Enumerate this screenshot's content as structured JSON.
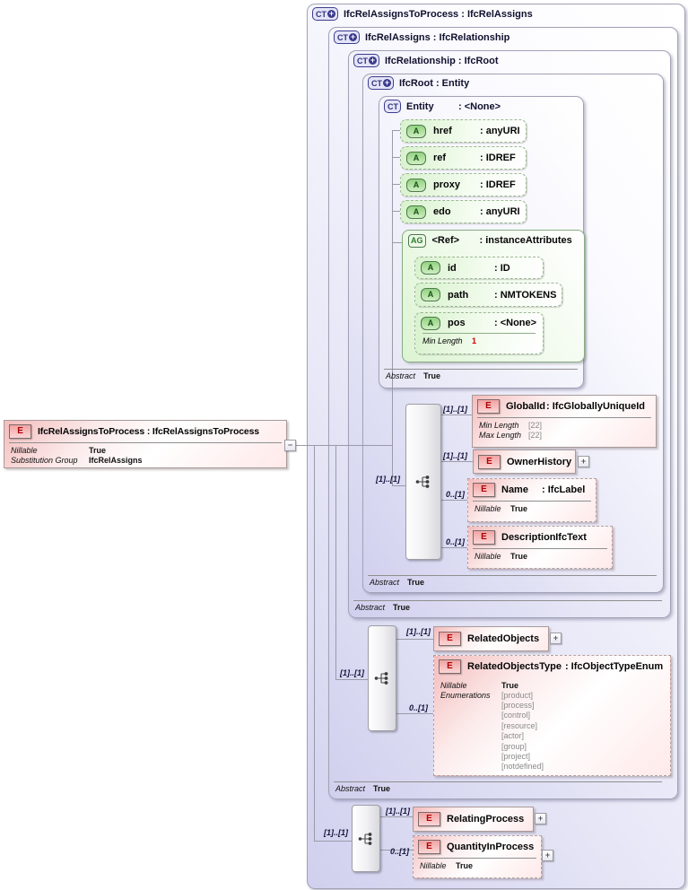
{
  "badges": {
    "ct": "CT",
    "plus": "+",
    "e": "E",
    "a": "A",
    "ag": "AG",
    "minus": "−",
    "expand": "+"
  },
  "card": {
    "req": "[1]..[1]",
    "opt": "0..[1]"
  },
  "abstract": {
    "label": "Abstract",
    "value": "True"
  },
  "nillable": {
    "label": "Nillable",
    "value": "True"
  },
  "root_element": {
    "title": "IfcRelAssignsToProcess : IfcRelAssignsToProcess",
    "props": [
      {
        "label": "Nillable",
        "value": "True"
      },
      {
        "label": "Substitution Group",
        "value": "IfcRelAssigns"
      }
    ]
  },
  "frames": {
    "f1": {
      "title": "IfcRelAssignsToProcess : IfcRelAssigns"
    },
    "f2": {
      "title": "IfcRelAssigns : IfcRelationship"
    },
    "f3": {
      "title": "IfcRelationship : IfcRoot"
    },
    "f4": {
      "title": "IfcRoot : Entity"
    },
    "f5": {
      "name": "Entity",
      "type": ": <None>"
    }
  },
  "attributes": {
    "href": {
      "name": "href",
      "type": ": anyURI"
    },
    "ref": {
      "name": "ref",
      "type": ": IDREF"
    },
    "proxy": {
      "name": "proxy",
      "type": ": IDREF"
    },
    "edo": {
      "name": "edo",
      "type": ": anyURI"
    },
    "id": {
      "name": "id",
      "type": ": ID"
    },
    "path": {
      "name": "path",
      "type": ": NMTOKENS"
    },
    "pos": {
      "name": "pos",
      "type": ": <None>",
      "prop": {
        "label": "Min Length",
        "value": "1"
      }
    }
  },
  "attr_group": {
    "name": "<Ref>",
    "type": ": instanceAttributes"
  },
  "elements": {
    "global_id": {
      "name": "GlobalId",
      "type": ": IfcGloballyUniqueId",
      "props": [
        {
          "label": "Min Length",
          "value": "[22]"
        },
        {
          "label": "Max Length",
          "value": "[22]"
        }
      ]
    },
    "owner_history": {
      "name": "OwnerHistory"
    },
    "name": {
      "name": "Name",
      "type": ": IfcLabel"
    },
    "description": {
      "name": "Description",
      "type": ": IfcText"
    },
    "related_objects": {
      "name": "RelatedObjects"
    },
    "related_objects_type": {
      "name": "RelatedObjectsType",
      "type": ": IfcObjectTypeEnum",
      "enumerations_label": "Enumerations",
      "enumerations": "[product]\n[process]\n[control]\n[resource]\n[actor]\n[group]\n[project]\n[notdefined]"
    },
    "relating_process": {
      "name": "RelatingProcess"
    },
    "quantity_in_process": {
      "name": "QuantityInProcess"
    }
  }
}
